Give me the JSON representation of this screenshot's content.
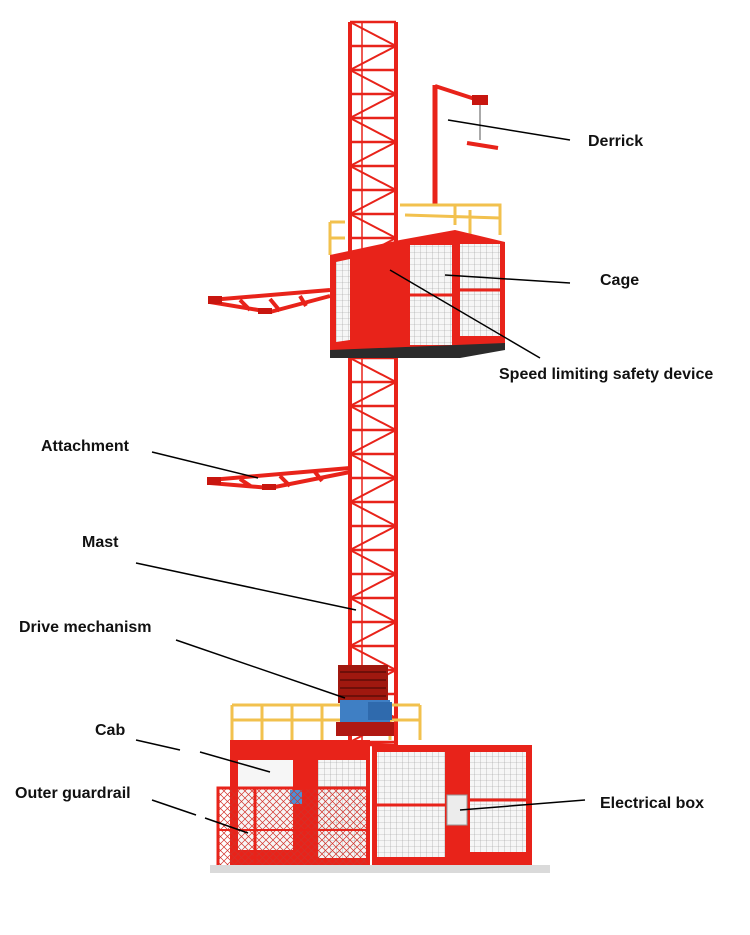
{
  "labels": {
    "derrick": "Derrick",
    "cage": "Cage",
    "speed_limiting": "Speed limiting safety device",
    "attachment": "Attachment",
    "mast": "Mast",
    "drive_mechanism": "Drive mechanism",
    "cab": "Cab",
    "outer_guardrail": "Outer guardrail",
    "electrical_box": "Electrical box"
  },
  "colors": {
    "structure_red": "#e8231a",
    "dark_red": "#b01812",
    "guardrail_yellow": "#f2c14e",
    "cage_panel": "#f4f4f4",
    "leader_line": "#000000",
    "motor_blue": "#3f7fc4"
  }
}
